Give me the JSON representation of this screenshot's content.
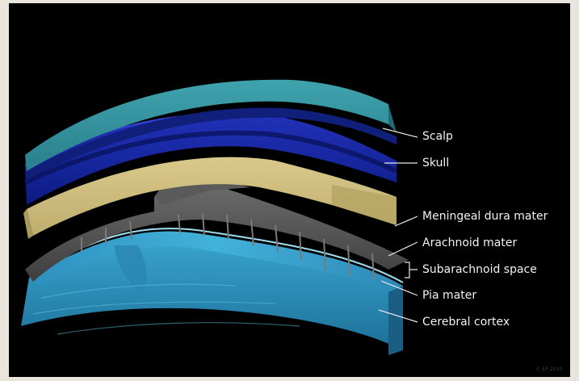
{
  "labels": {
    "scalp": "Scalp",
    "skull": "Skull",
    "dura": "Meningeal dura mater",
    "arachnoid": "Arachnoid mater",
    "subarachnoid": "Subarachnoid space",
    "pia": "Pia mater",
    "cortex": "Cerebral cortex"
  },
  "credit": "© EP 2010",
  "colors": {
    "background": "#000000",
    "page_border": "#e9e5dc",
    "scalp": "#2e8a98",
    "skull": "#1a2aa8",
    "dura": "#c9b87a",
    "arachnoid": "#555555",
    "cortex": "#2f9bc4",
    "label_text": "#f2f2f2"
  }
}
